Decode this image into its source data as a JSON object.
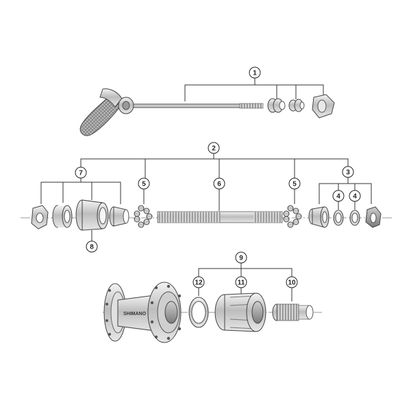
{
  "diagram": {
    "callouts": {
      "c1": "1",
      "c2": "2",
      "c3": "3",
      "c4a": "4",
      "c4b": "4",
      "c5a": "5",
      "c5b": "5",
      "c6": "6",
      "c7": "7",
      "c8": "8",
      "c9": "9",
      "c10": "10",
      "c11": "11",
      "c12": "12"
    },
    "brand_label": "SHIMANO"
  }
}
